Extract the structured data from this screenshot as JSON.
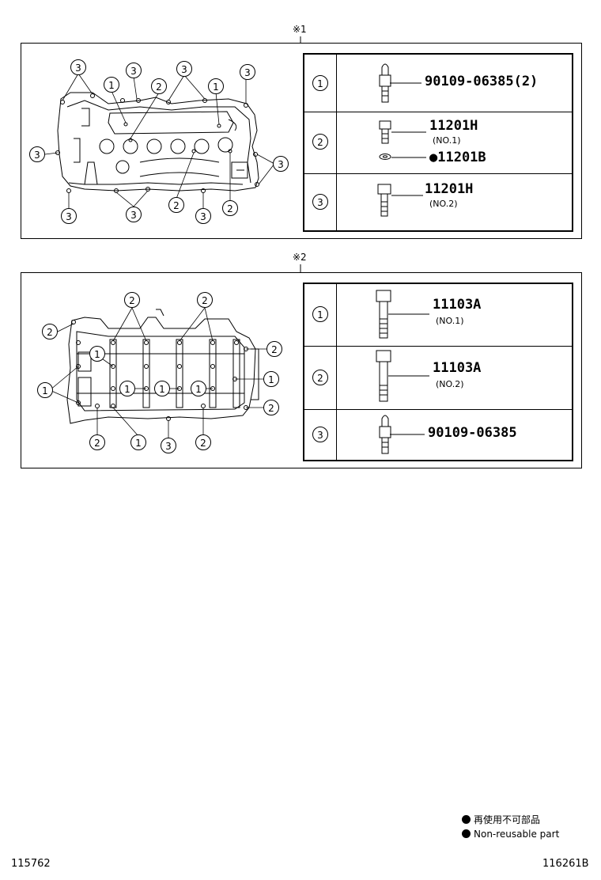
{
  "section1": {
    "marker": "※1",
    "rows": [
      {
        "num": "1",
        "code": "90109-06385(2)"
      },
      {
        "num": "2",
        "code": "11201H",
        "sub": "(NO.1)",
        "code2": "●11201B"
      },
      {
        "num": "3",
        "code": "11201H",
        "sub": "(NO.2)"
      }
    ],
    "callouts": [
      {
        "label": "3"
      },
      {
        "label": "3"
      },
      {
        "label": "3"
      },
      {
        "label": "3"
      },
      {
        "label": "1"
      },
      {
        "label": "2"
      },
      {
        "label": "1"
      },
      {
        "label": "3"
      },
      {
        "label": "3"
      },
      {
        "label": "3"
      },
      {
        "label": "3"
      },
      {
        "label": "2"
      },
      {
        "label": "3"
      },
      {
        "label": "2"
      }
    ]
  },
  "section2": {
    "marker": "※2",
    "rows": [
      {
        "num": "1",
        "code": "11103A",
        "sub": "(NO.1)"
      },
      {
        "num": "2",
        "code": "11103A",
        "sub": "(NO.2)"
      },
      {
        "num": "3",
        "code": "90109-06385"
      }
    ],
    "callouts": [
      {
        "label": "2"
      },
      {
        "label": "2"
      },
      {
        "label": "2"
      },
      {
        "label": "2"
      },
      {
        "label": "1"
      },
      {
        "label": "1"
      },
      {
        "label": "2"
      },
      {
        "label": "1"
      },
      {
        "label": "3"
      },
      {
        "label": "2"
      },
      {
        "label": "1"
      },
      {
        "label": "1"
      },
      {
        "label": "1"
      },
      {
        "label": "1"
      },
      {
        "label": "2"
      }
    ]
  },
  "legend": {
    "line_jp": "再使用不可部品",
    "line_en": "Non-reusable part"
  },
  "footer": {
    "left_code": "115762",
    "right_code": "116261B"
  }
}
